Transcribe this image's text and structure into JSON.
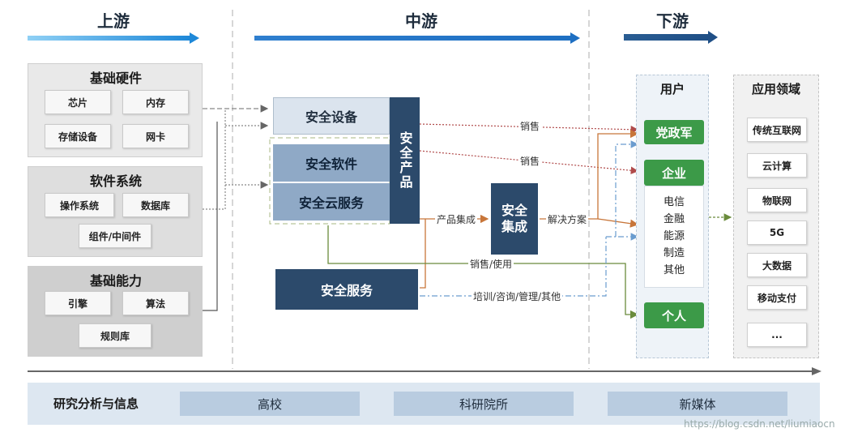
{
  "headers": {
    "upstream": "上游",
    "midstream": "中游",
    "downstream": "下游"
  },
  "upstream": {
    "groups": [
      {
        "title": "基础硬件",
        "items": [
          "芯片",
          "内存",
          "存储设备",
          "网卡"
        ]
      },
      {
        "title": "软件系统",
        "items": [
          "操作系统",
          "数据库",
          "组件/中间件"
        ]
      },
      {
        "title": "基础能力",
        "items": [
          "引擎",
          "算法",
          "规则库"
        ]
      }
    ]
  },
  "midstream": {
    "security_device": "安全设备",
    "security_software": "安全软件",
    "security_cloud": "安全云服务",
    "security_product": "安全产品",
    "security_service": "安全服务",
    "security_integration": "安全集成"
  },
  "flow_labels": {
    "sales1": "销售",
    "sales2": "销售",
    "product_integration": "产品集成",
    "solution": "解决方案",
    "sales_use": "销售/使用",
    "training": "培训/咨询/管理/其他"
  },
  "users": {
    "title": "用户",
    "gov": "党政军",
    "enterprise": "企业",
    "enterprise_items": [
      "电信",
      "金融",
      "能源",
      "制造",
      "其他"
    ],
    "individual": "个人"
  },
  "fields": {
    "title": "应用领域",
    "items": [
      "传统互联网",
      "云计算",
      "物联网",
      "5G",
      "大数据",
      "移动支付",
      "..."
    ]
  },
  "bottom": {
    "label": "研究分析与信息",
    "items": [
      "高校",
      "科研院所",
      "新媒体"
    ]
  },
  "watermark": "https://blog.csdn.net/liumiaocn",
  "colors": {
    "arrow_blue": "#1e88d8",
    "dark_navy": "#2c4a6b",
    "green": "#3c9a48",
    "flow_red": "#b04a4a",
    "flow_orange": "#c8763a"
  }
}
